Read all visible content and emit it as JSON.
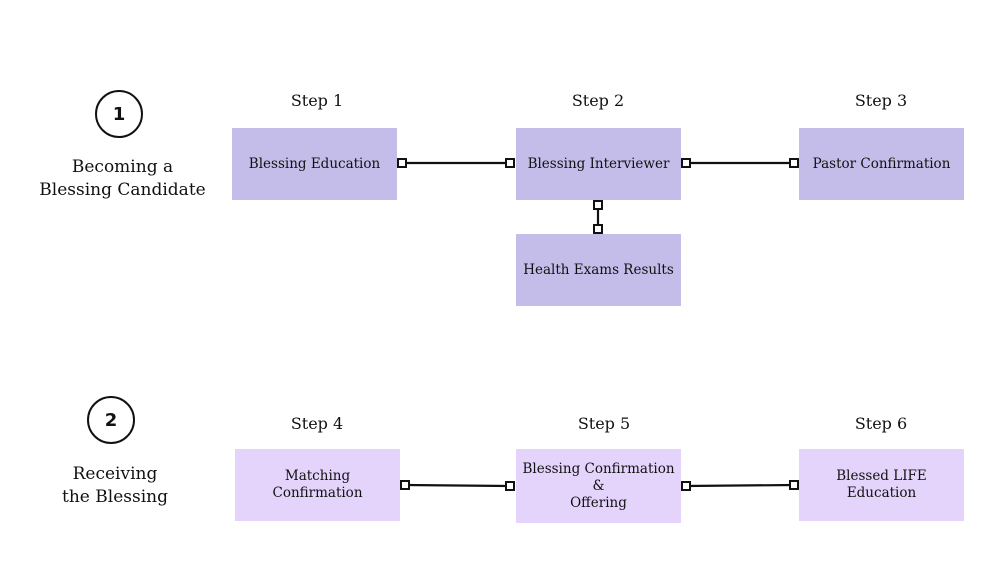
{
  "colors": {
    "phase1_box": "#c4bde9",
    "phase2_box": "#e4d4fb",
    "connector": "#111111"
  },
  "phases": [
    {
      "number": "1",
      "title": "Becoming a\nBlessing Candidate",
      "steps": [
        {
          "label": "Step 1",
          "box": "Blessing Education"
        },
        {
          "label": "Step 2",
          "box": "Blessing Interviewer"
        },
        {
          "label": "Step 3",
          "box": "Pastor Confirmation"
        }
      ],
      "extra_box": "Health Exams Results"
    },
    {
      "number": "2",
      "title": "Receiving\nthe Blessing",
      "steps": [
        {
          "label": "Step 4",
          "box": "Matching Confirmation"
        },
        {
          "label": "Step 5",
          "box": "Blessing Confirmation &\nOffering"
        },
        {
          "label": "Step 6",
          "box": "Blessed LIFE Education"
        }
      ]
    }
  ]
}
